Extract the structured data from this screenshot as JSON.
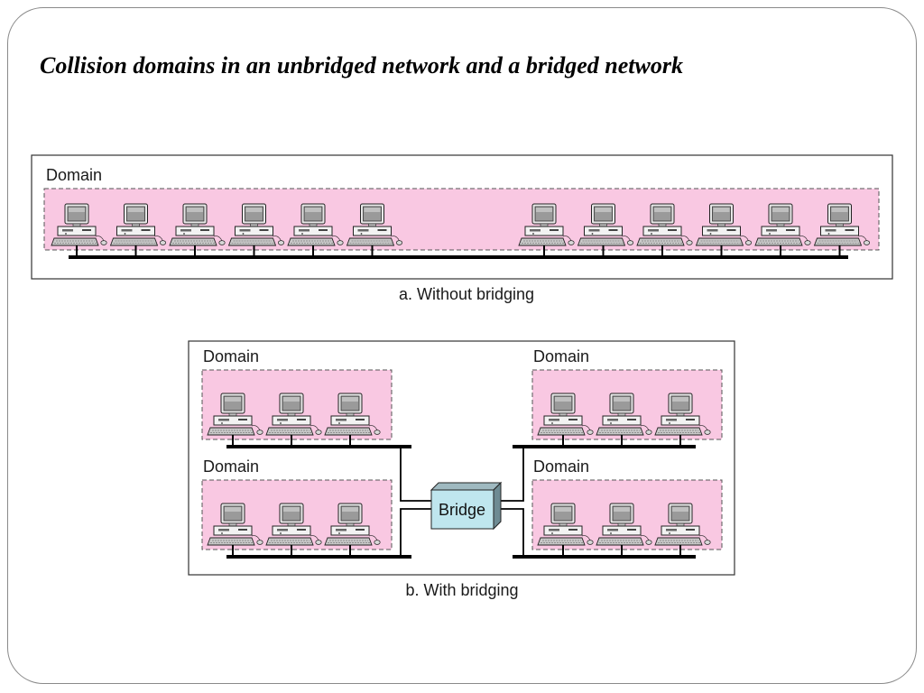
{
  "title": "Collision domains in an unbridged network and a bridged network",
  "panel_a": {
    "domain_label": "Domain",
    "caption": "a. Without bridging",
    "left_group_computers": 6,
    "right_group_computers": 6
  },
  "panel_b": {
    "domains": [
      {
        "label": "Domain",
        "computers": 3
      },
      {
        "label": "Domain",
        "computers": 3
      },
      {
        "label": "Domain",
        "computers": 3
      },
      {
        "label": "Domain",
        "computers": 3
      }
    ],
    "bridge_label": "Bridge",
    "caption": "b. With bridging"
  },
  "colors": {
    "domain_fill": "#f9c8e2",
    "bridge_fill": "#bfe6ee",
    "line": "#000000",
    "border": "#333333"
  },
  "icons": [
    "desktop-computer-icon"
  ]
}
